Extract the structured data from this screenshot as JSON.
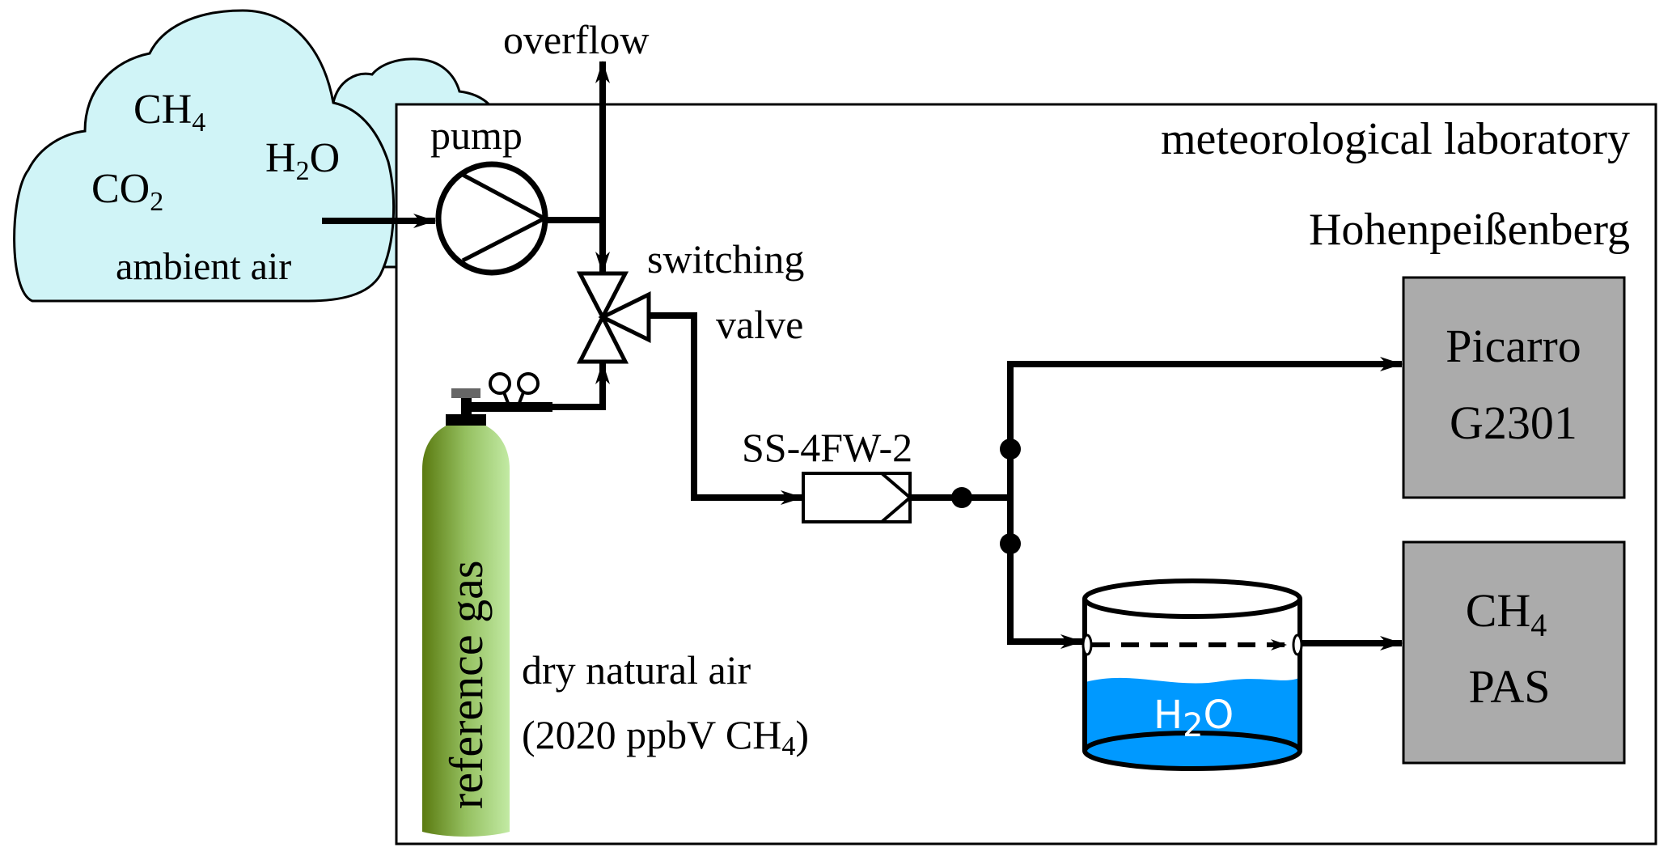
{
  "title": "Experimental setup: ambient air and reference gas measurement",
  "ambient": {
    "label": "ambient air",
    "species": [
      {
        "base": "CH",
        "sub": "4"
      },
      {
        "base": "CO",
        "sub": "2"
      },
      {
        "base": "H",
        "sub": "2",
        "tail": "O"
      }
    ]
  },
  "laboratory": {
    "line1": "meteorological laboratory",
    "line2": "Hohenpeißenberg"
  },
  "components": {
    "pump": "pump",
    "overflow": "overflow",
    "valve_line1": "switching",
    "valve_line2": "valve",
    "filter": "SS-4FW-2",
    "reference_gas": "reference gas",
    "reference_desc_line1": "dry natural air",
    "reference_desc_line2_pre": "(2020 ppbV CH",
    "reference_desc_line2_sub": "4",
    "reference_desc_line2_post": ")",
    "humidifier": {
      "base": "H",
      "sub": "2",
      "tail": "O"
    },
    "analyzer1_line1": "Picarro",
    "analyzer1_line2": "G2301",
    "analyzer2_line1_base": "CH",
    "analyzer2_line1_sub": "4",
    "analyzer2_line2": "PAS"
  },
  "colors": {
    "cloud_fill": "#d0f4f7",
    "instrument_fill": "#ababab",
    "water": "#0099ff",
    "cylinder_dark": "#5a7a10",
    "cylinder_light": "#bfe8a0",
    "valve_knob": "#666666"
  }
}
